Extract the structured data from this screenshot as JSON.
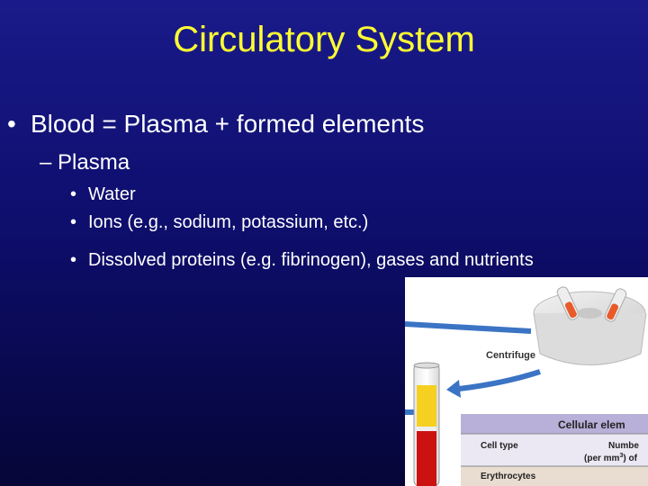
{
  "slide": {
    "title": "Circulatory System",
    "bullet1": {
      "marker": "•",
      "text": "Blood = Plasma + formed elements"
    },
    "sub1": {
      "marker": "–",
      "text": "Plasma"
    },
    "items": [
      {
        "marker": "•",
        "text": "Water"
      },
      {
        "marker": "•",
        "text": "Ions (e.g., sodium, potassium, etc.)"
      },
      {
        "marker": "•",
        "text": "Dissolved proteins (e.g. fibrinogen), gases and nutrients"
      }
    ]
  },
  "figure": {
    "centrifuge_label": "Centrifuge",
    "table_header": "Cellular elem",
    "col1_header": "Cell type",
    "col2_header_line1": "Numbe",
    "col2_header_line2": "(per mm",
    "col2_header_sup": "3",
    "col2_header_suffix": ") of",
    "row1": "Erythrocytes",
    "colors": {
      "title": "#ffff33",
      "plasma": "#f5d020",
      "blood": "#cc1111",
      "header_band": "#b8b0d8",
      "arrow": "#3b74c4"
    }
  }
}
